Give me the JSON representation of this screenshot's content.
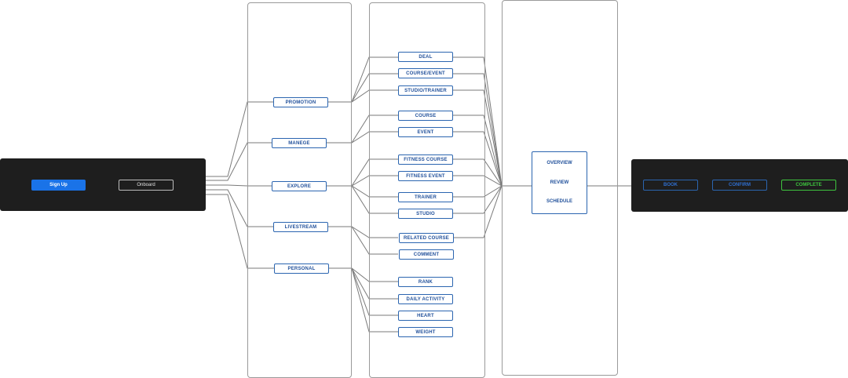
{
  "onboarding": {
    "signup_label": "Sign Up",
    "onboard_label": "Onboard"
  },
  "categories": [
    "PROMOTION",
    "MANEGE",
    "EXPLORE",
    "LIVESTREAM",
    "PERSONAL"
  ],
  "screens": [
    "DEAL",
    "COURSE/EVENT",
    "STUDIO/TRAINER",
    "COURSE",
    "EVENT",
    "FITNESS COURSE",
    "FITNESS EVENT",
    "TRAINER",
    "STUDIO",
    "RELATED COURSE",
    "COMMENT",
    "RANK",
    "DAILY ACTIVITY",
    "HEART",
    "WEIGHT"
  ],
  "summary": [
    "OVERVIEW",
    "REVIEW",
    "SCHEDULE"
  ],
  "booking": [
    "BOOK",
    "CONFIRM",
    "COMPLETE"
  ],
  "colors": {
    "dark_band": "#1e1e1e",
    "signup": "#1a73e8",
    "node_border": "#2b65b0",
    "complete": "#3ec43e"
  }
}
